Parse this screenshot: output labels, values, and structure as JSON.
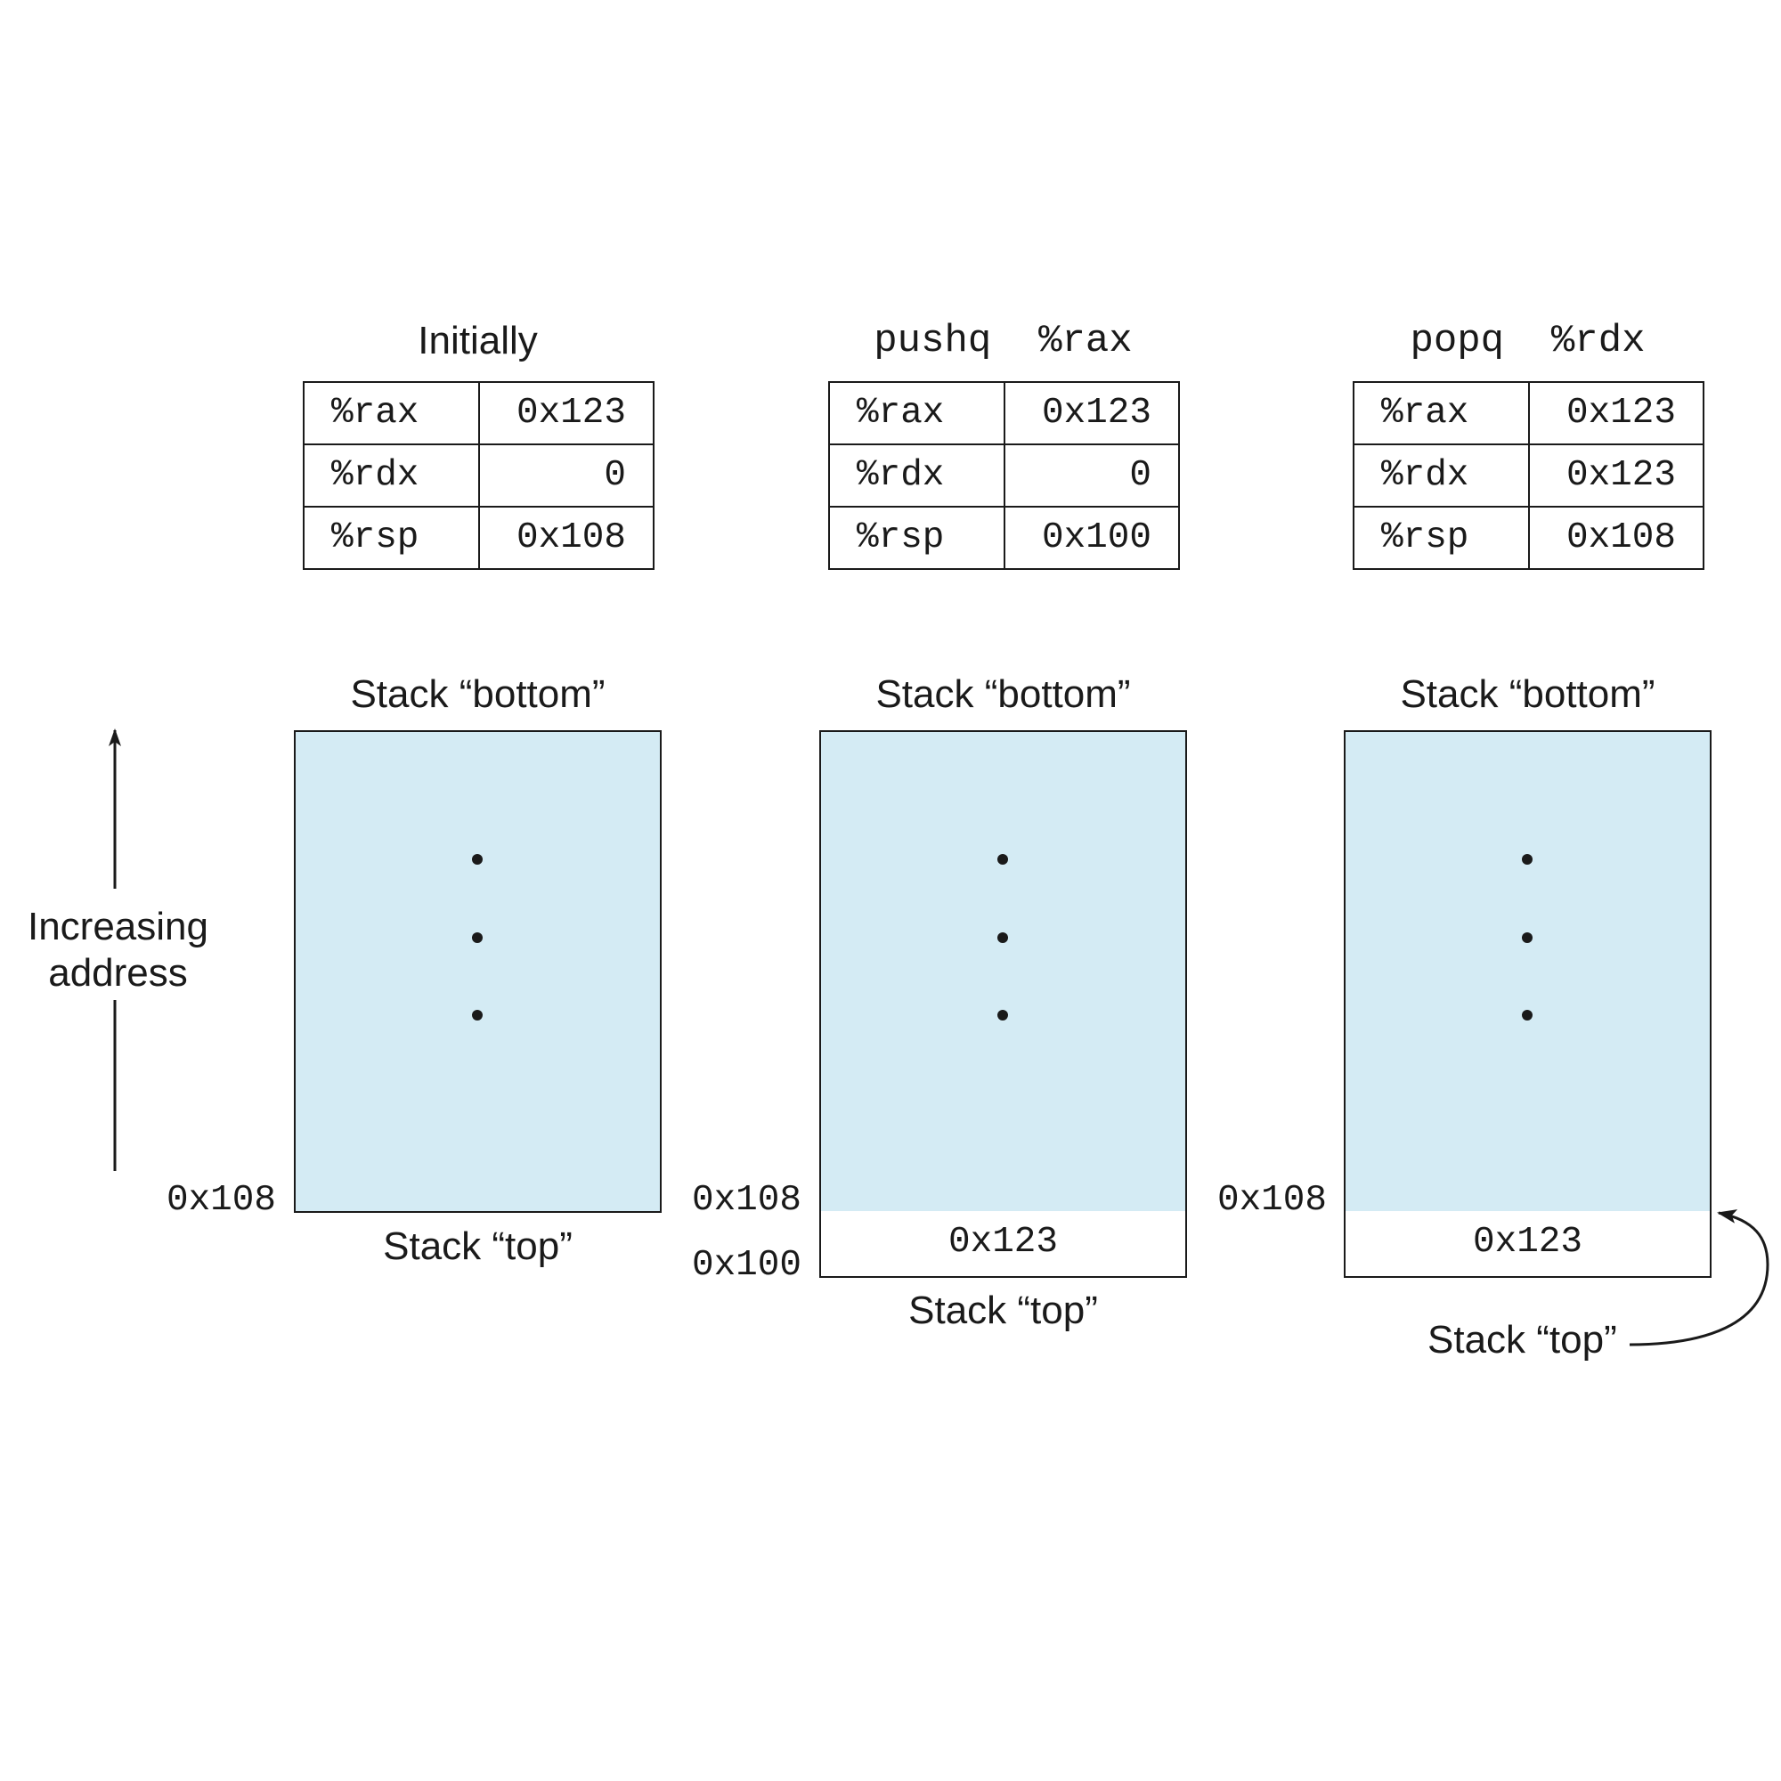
{
  "axis": {
    "label_line1": "Increasing",
    "label_line2": "address"
  },
  "panels": [
    {
      "heading": "Initially",
      "registers": [
        {
          "name": "%rax",
          "value": "0x123"
        },
        {
          "name": "%rdx",
          "value": "0"
        },
        {
          "name": "%rsp",
          "value": "0x108"
        }
      ],
      "stack_bottom_label": "Stack “bottom”",
      "stack_top_label": "Stack “top”",
      "address_labels": [
        "0x108"
      ],
      "stack_cells": []
    },
    {
      "heading": "pushq  %rax",
      "registers": [
        {
          "name": "%rax",
          "value": "0x123"
        },
        {
          "name": "%rdx",
          "value": "0"
        },
        {
          "name": "%rsp",
          "value": "0x100"
        }
      ],
      "stack_bottom_label": "Stack “bottom”",
      "stack_top_label": "Stack “top”",
      "address_labels": [
        "0x108",
        "0x100"
      ],
      "stack_cells": [
        "0x123"
      ]
    },
    {
      "heading": "popq  %rdx",
      "registers": [
        {
          "name": "%rax",
          "value": "0x123"
        },
        {
          "name": "%rdx",
          "value": "0x123"
        },
        {
          "name": "%rsp",
          "value": "0x108"
        }
      ],
      "stack_bottom_label": "Stack “bottom”",
      "stack_top_label": "Stack “top”",
      "address_labels": [
        "0x108"
      ],
      "stack_cells": [
        "0x123"
      ]
    }
  ]
}
